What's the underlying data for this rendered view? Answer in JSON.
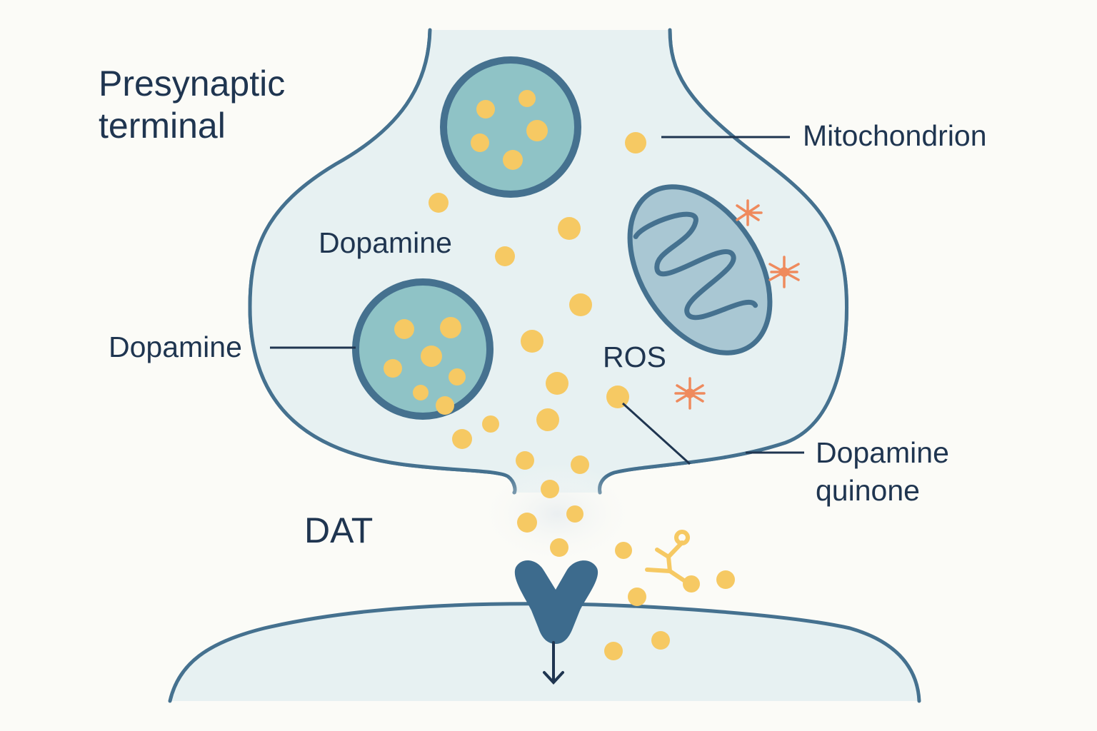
{
  "labels": {
    "title": "Presynaptic\nterminal",
    "dopamine_cytosol": "Dopamine",
    "dopamine_vesicle": "Dopamine",
    "ros": "ROS",
    "mitochondrion": "Mitochondrion",
    "dopamine_quinone": "Dopamine\nquinone",
    "dat": "DAT"
  },
  "colors": {
    "background": "#fbfbf7",
    "membrane_stroke": "#45718f",
    "cytoplasm_fill": "#e7f1f2",
    "vesicle_fill": "#8fc3c6",
    "mitochondrion_fill": "#a9c7d3",
    "dopamine": "#f6c963",
    "ros": "#ef8a5d",
    "transporter": "#3d6b8d",
    "text": "#1f3550"
  },
  "icons": [
    "ros-star-icon",
    "dopamine-quinone-molecule-icon",
    "dat-transporter-icon",
    "down-arrow-icon"
  ]
}
